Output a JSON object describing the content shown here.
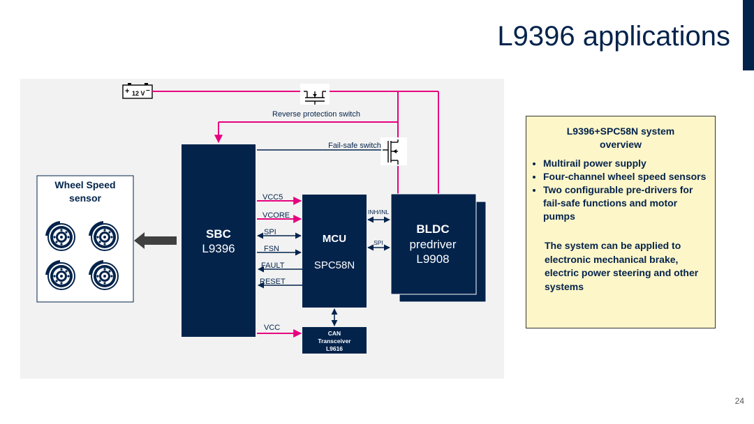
{
  "slide": {
    "title": "L9396 applications",
    "page_number": "24"
  },
  "battery": {
    "label": "12 V",
    "plus": "+",
    "minus": "−"
  },
  "labels": {
    "reverse_protection_switch": "Reverse protection switch",
    "fail_safe_switch": "Fail-safe switch",
    "vcc5": "VCC5",
    "vcore": "VCORE",
    "spi": "SPI",
    "fsn": "FSN",
    "fault": "FAULT",
    "reset": "RESET",
    "vcc": "VCC",
    "inh_inl": "INH/INL",
    "spi_bldc": "SPI"
  },
  "blocks": {
    "sbc": {
      "line1": "SBC",
      "line2": "L9396"
    },
    "mcu": {
      "line1": "MCU",
      "line2": "SPC58N"
    },
    "bldc": {
      "line1": "BLDC",
      "line2": "predriver",
      "line3": "L9908"
    },
    "can": {
      "line1": "CAN",
      "line2": "Transceiver",
      "line3": "L9616"
    }
  },
  "sensor": {
    "title_line1": "Wheel Speed",
    "title_line2": "sensor"
  },
  "info": {
    "title": "L9396+SPC58N system overview",
    "bullets": [
      "Multirail power supply",
      "Four-channel wheel speed sensors",
      "Two configurable pre-drivers for fail-safe functions and motor pumps"
    ],
    "description": "The system can be applied to electronic mechanical brake, electric power steering and other systems"
  },
  "colors": {
    "navy": "#03234b",
    "magenta": "#e6007e",
    "panel_bg": "#f2f2f2",
    "info_bg": "#fdf6c9"
  }
}
